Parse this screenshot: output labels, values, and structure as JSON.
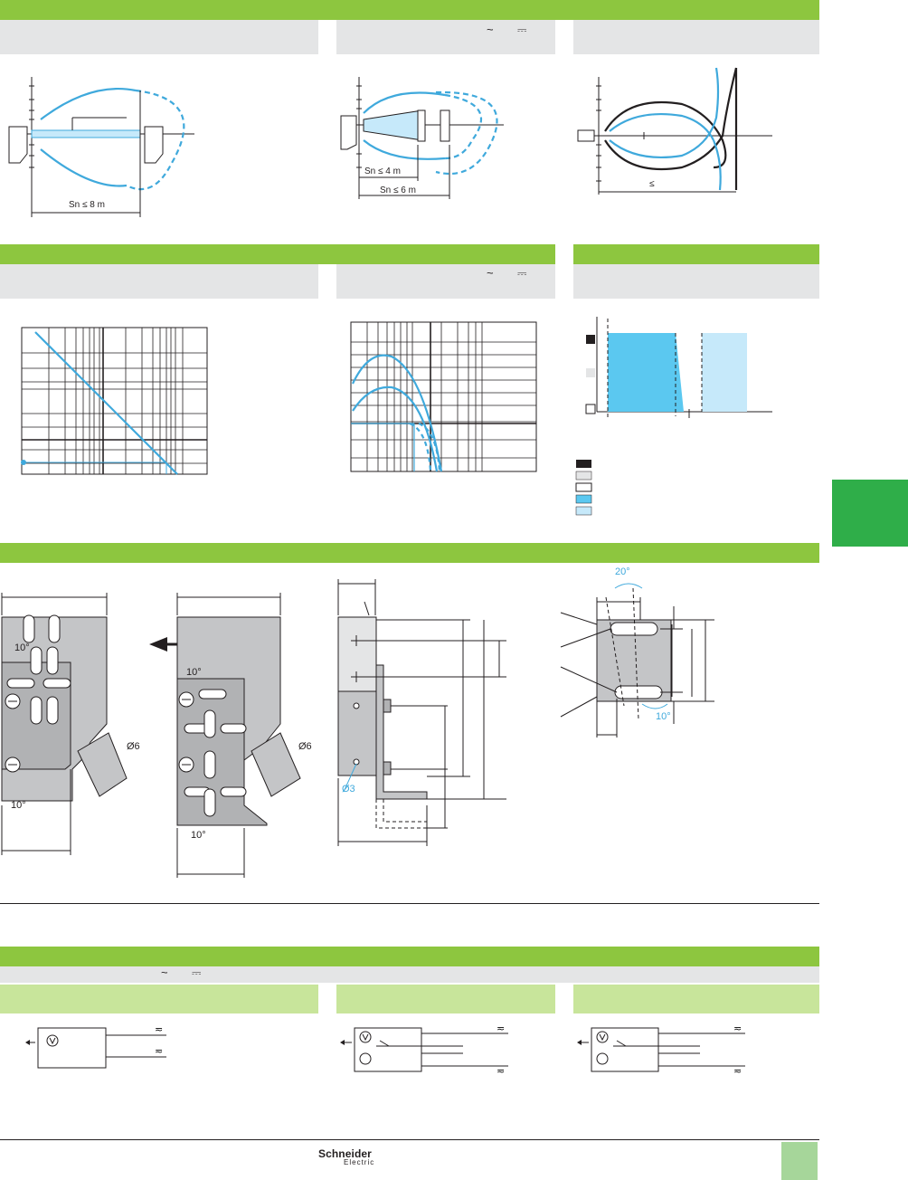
{
  "symbols": {
    "ac": "~",
    "dc": "⎓"
  },
  "diagram_labels": {
    "sn_8m": "Sn ≤ 8 m",
    "sn_4m": "Sn ≤ 4 m",
    "sn_6m": "Sn ≤ 6 m",
    "le": "≤"
  },
  "dimensions": {
    "phi6_a": "Ø6",
    "phi6_b": "Ø6",
    "phi3": "Ø3",
    "angle_10_a": "10°",
    "angle_10_b": "10°",
    "angle_10_c": "10°",
    "angle_10_d": "10°",
    "angle_20": "20°",
    "angle_10_e": "10°"
  },
  "brand": {
    "name": "Schneider",
    "sub": "Electric"
  },
  "colors": {
    "green_bar": "#8dc63f",
    "grey_subheader": "#e4e5e6",
    "light_green": "#c8e59b",
    "curve_blue": "#3fa9dc",
    "zone_blue": "#5bc8f0",
    "zone_light_blue": "#c6e9fa",
    "tab_green": "#2fae49"
  }
}
